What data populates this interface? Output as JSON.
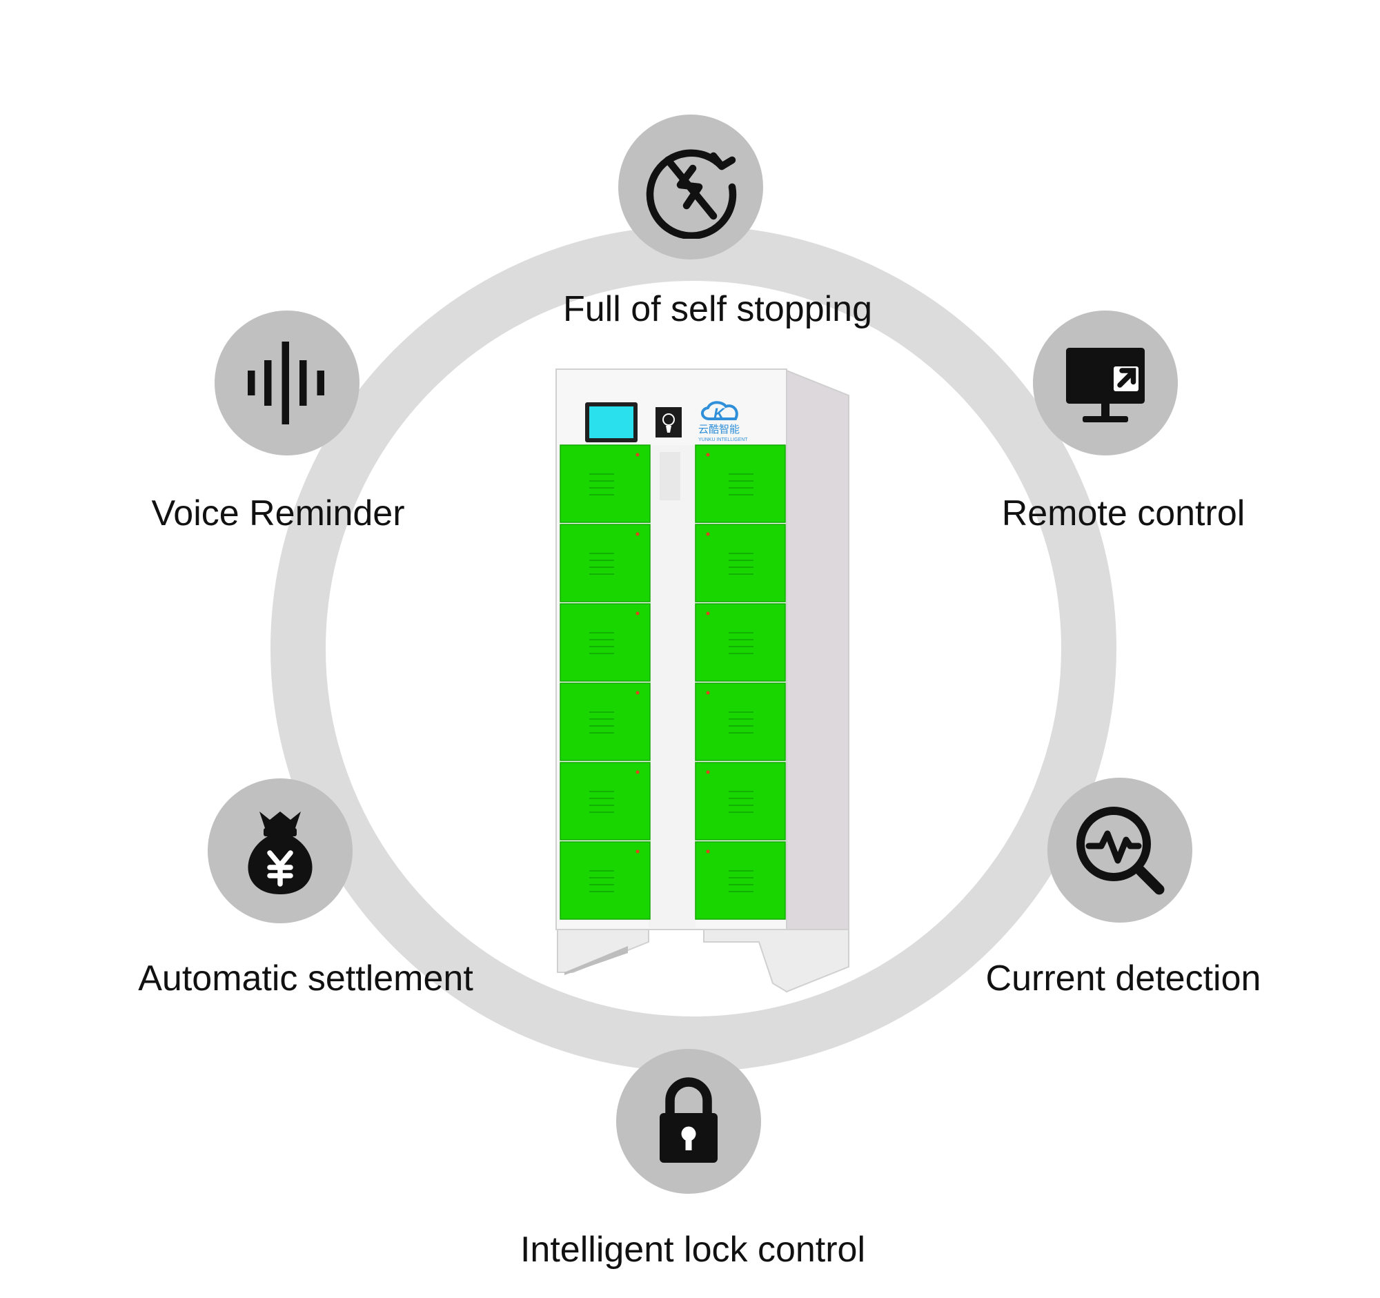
{
  "features": [
    {
      "id": "full-stop",
      "label": "Full of self stopping",
      "icon": "plug-stop-icon"
    },
    {
      "id": "remote",
      "label": "Remote control",
      "icon": "monitor-remote-icon"
    },
    {
      "id": "current",
      "label": "Current detection",
      "icon": "pulse-search-icon"
    },
    {
      "id": "lock",
      "label": "Intelligent lock control",
      "icon": "padlock-icon"
    },
    {
      "id": "settlement",
      "label": "Automatic settlement",
      "icon": "yuan-moneybag-icon"
    },
    {
      "id": "voice",
      "label": "Voice Reminder",
      "icon": "sound-wave-icon"
    }
  ],
  "cabinet": {
    "brand_cn": "云酷智能",
    "brand_en": "YUNKU INTELLIGENT",
    "logo_letter": "K",
    "locker_rows": 6,
    "locker_columns": 2
  },
  "colors": {
    "ring": "#dcdcdc",
    "node": "#c0c0c0",
    "icon": "#111111",
    "locker_green": "#19d600",
    "screen": "#29e0ec",
    "brand_blue": "#2f8fd8"
  }
}
